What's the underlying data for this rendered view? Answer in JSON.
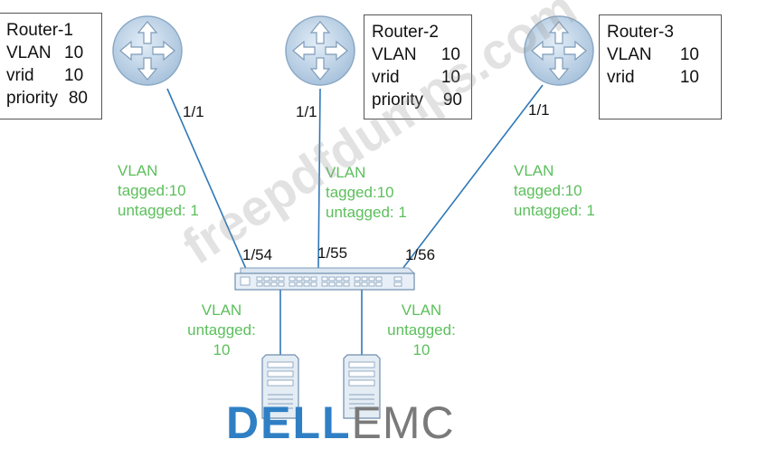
{
  "routers": [
    {
      "name": "Router-1",
      "vlan_key": "VLAN",
      "vlan_val": "10",
      "vrid_key": "vrid",
      "vrid_val": "10",
      "priority_key": "priority",
      "priority_val": "80",
      "port": "1/1"
    },
    {
      "name": "Router-2",
      "vlan_key": "VLAN",
      "vlan_val": "10",
      "vrid_key": "vrid",
      "vrid_val": "10",
      "priority_key": "priority",
      "priority_val": "90",
      "port": "1/1"
    },
    {
      "name": "Router-3",
      "vlan_key": "VLAN",
      "vlan_val": "10",
      "vrid_key": "vrid",
      "vrid_val": "10",
      "port": "1/1"
    }
  ],
  "uplinks": [
    {
      "line1": "VLAN",
      "line2": "tagged:10",
      "line3": "untagged: 1",
      "switch_port": "1/54"
    },
    {
      "line1": "VLAN",
      "line2": "tagged:10",
      "line3": "untagged: 1",
      "switch_port": "1/55"
    },
    {
      "line1": "VLAN",
      "line2": "tagged:10",
      "line3": "untagged: 1",
      "switch_port": "1/56"
    }
  ],
  "downlinks": [
    {
      "line1": "VLAN",
      "line2": "untagged:",
      "line3": "10"
    },
    {
      "line1": "VLAN",
      "line2": "untagged:",
      "line3": "10"
    }
  ],
  "watermark": "freepdfdumps.com",
  "logo": {
    "brand": "DELL",
    "suffix": "EMC"
  },
  "colors": {
    "vlan_text": "#5cbf5c",
    "router_fill": "#c6d9ea",
    "router_arrows": "#ffffff",
    "logo_blue": "#2f7fc4"
  }
}
